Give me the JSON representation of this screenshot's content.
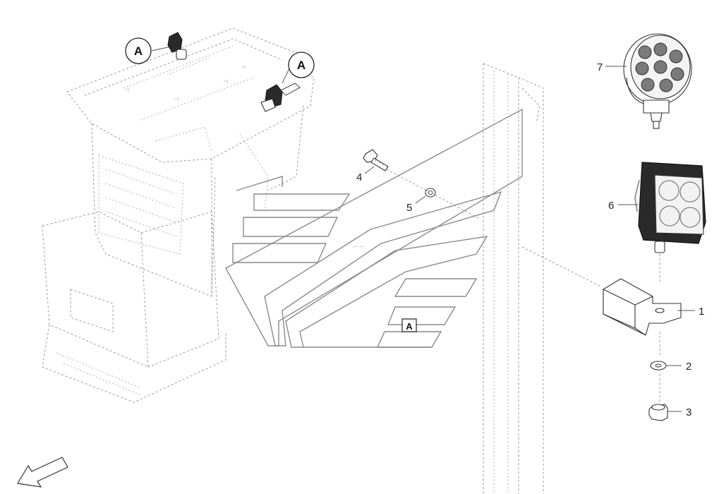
{
  "diagram": {
    "callouts": {
      "a_top": "A",
      "a_right": "A",
      "a_box": "A"
    },
    "part_numbers": {
      "p1": "1",
      "p2": "2",
      "p3": "3",
      "p4": "4",
      "p5": "5",
      "p6": "6",
      "p7": "7"
    },
    "colors": {
      "line": "#333333",
      "hidden_line": "#9a9a9a",
      "lamp_lens": "#7a7a7a",
      "lamp_body": "#2a2a2a"
    },
    "icons": [
      "direction-arrow-icon"
    ]
  }
}
